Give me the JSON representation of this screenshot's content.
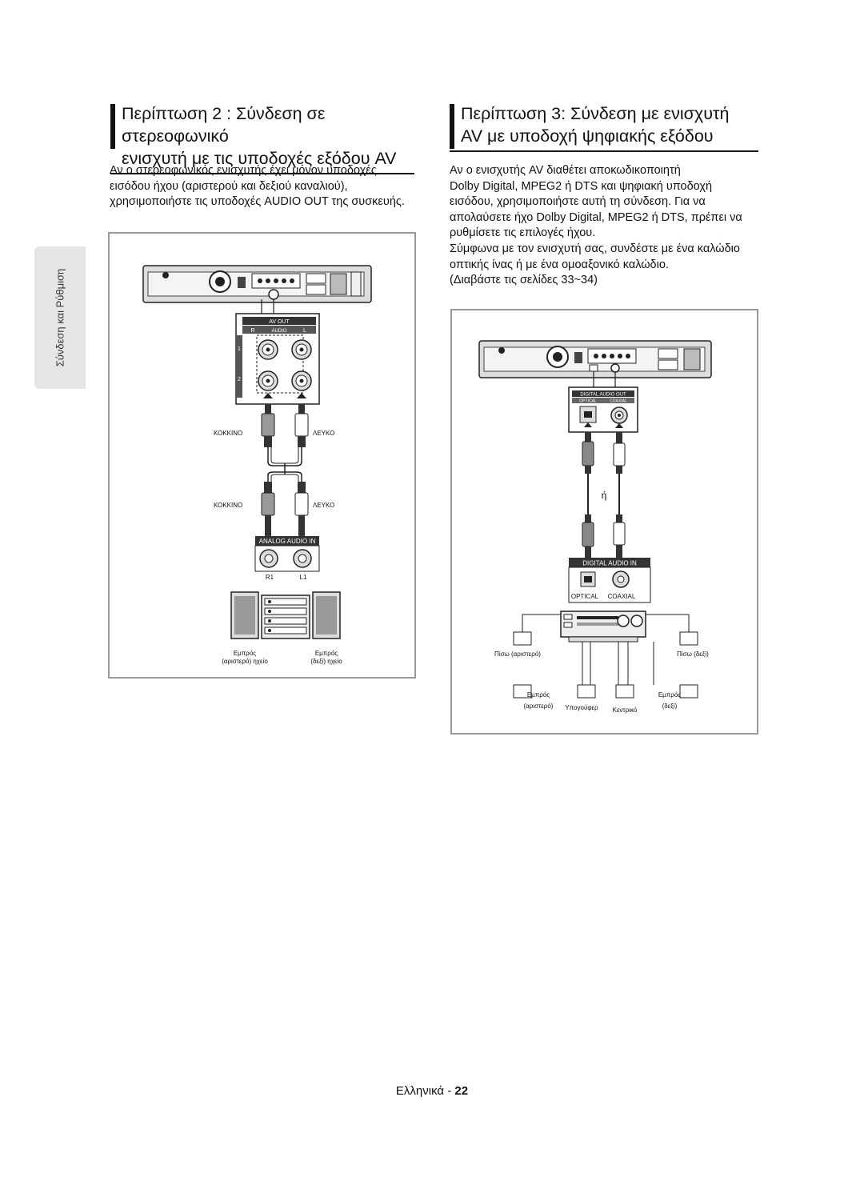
{
  "sidebar": {
    "tab_label": "Σύνδεση και Ρύθμιση"
  },
  "section2": {
    "title_line1": "Περίπτωση 2 : Σύνδεση σε στερεοφωνικό",
    "title_line2": "ενισχυτή με τις υποδοχές εξόδου AV",
    "body_lines": [
      "Αν ο στερεοφωνικός ενισχυτής έχει μόνον υποδοχές",
      "εισόδου ήχου (αριστερού και δεξιού καναλιού),",
      "χρησιμοποιήστε τις υποδοχές AUDIO OUT της συσκευής."
    ],
    "diagram": {
      "panel_label": "AV OUT",
      "audio_label": "AUDIO",
      "r": "R",
      "l": "L",
      "row1": "1",
      "row2": "2",
      "red_label_top": "ΚΟΚΚΙΝΟ",
      "white_label_top": "ΛΕΥΚΟ",
      "red_label_bottom": "ΚΟΚΚΙΝΟ",
      "white_label_bottom": "ΛΕΥΚΟ",
      "input_label": "ANALOG   AUDIO IN",
      "r1": "R1",
      "l1": "L1",
      "front_left_1": "Εμπρός",
      "front_left_2": "(αριστερό) ηχείο",
      "front_right_1": "Εμπρός",
      "front_right_2": "(δεξί) ηχείο"
    }
  },
  "section3": {
    "title_line1": "Περίπτωση 3: Σύνδεση με ενισχυτή",
    "title_line2": "AV με υποδοχή ψηφιακής εξόδου",
    "body_lines": [
      "Αν ο ενισχυτής AV διαθέτει αποκωδικοποιητή",
      "Dolby Digital, MPEG2 ή DTS και ψηφιακή υποδοχή",
      "εισόδου, χρησιμοποιήστε αυτή τη σύνδεση. Για να",
      "απολαύσετε ήχο Dolby Digital, MPEG2 ή DTS, πρέπει να",
      "ρυθμίσετε τις επιλογές ήχου.",
      "Σύμφωνα με τον ενισχυτή σας, συνδέστε με ένα καλώδιο",
      "οπτικής ίνας ή με ένα ομοαξονικό καλώδιο.",
      "(Διαβάστε τις σελίδες 33~34)"
    ],
    "diagram": {
      "output_label": "DIGITAL AUDIO OUT",
      "optical_small": "OPTICAL",
      "coaxial_small": "COAXIAL",
      "or": "ή",
      "input_label": "DIGITAL AUDIO IN",
      "optical": "OPTICAL",
      "coaxial": "COAXIAL",
      "rear_left": "Πίσω (αριστερό)",
      "rear_right": "Πίσω (δεξί)",
      "front_left_1": "Εμπρός",
      "front_left_2": "(αριστερό)",
      "subwoofer": "Υπογούφερ",
      "center": "Κεντρικό",
      "front_right_1": "Εμπρός",
      "front_right_2": "(δεξί)"
    }
  },
  "footer": {
    "language": "Ελληνικά - ",
    "page": "22"
  }
}
